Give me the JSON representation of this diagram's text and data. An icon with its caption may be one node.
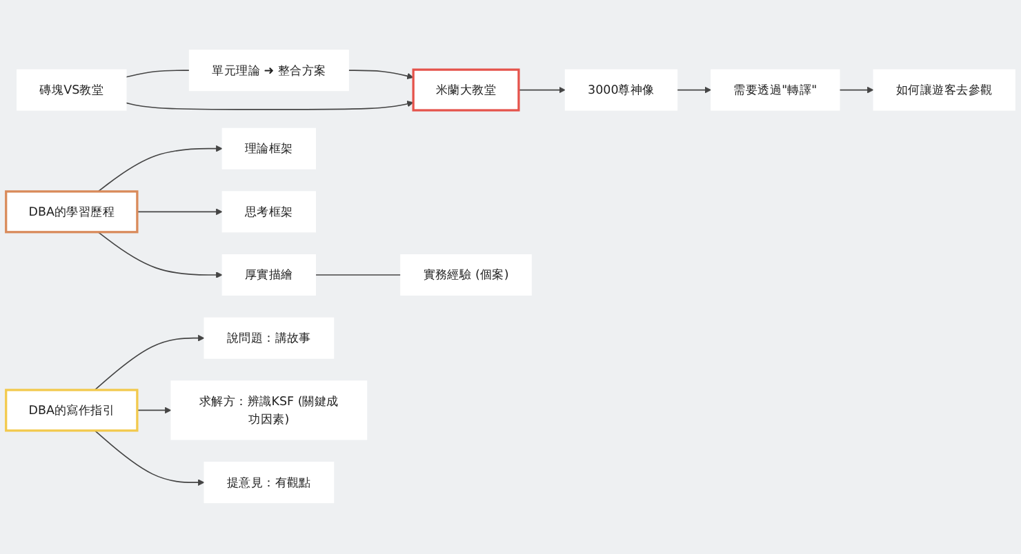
{
  "diagram": {
    "nodes": [
      {
        "text": [
          "磚塊VS教堂"
        ]
      },
      {
        "text": [
          "單元理論 ➜ 整合方案"
        ]
      },
      {
        "text": [
          "米蘭大教堂"
        ]
      },
      {
        "text": [
          "3000尊神像"
        ]
      },
      {
        "text": [
          "需要透過\"轉譯\""
        ]
      },
      {
        "text": [
          "如何讓遊客去參觀"
        ]
      },
      {
        "text": [
          "DBA的學習歷程"
        ]
      },
      {
        "text": [
          "理論框架"
        ]
      },
      {
        "text": [
          "思考框架"
        ]
      },
      {
        "text": [
          "厚實描繪"
        ]
      },
      {
        "text": [
          "實務經驗 (個案)"
        ]
      },
      {
        "text": [
          "DBA的寫作指引"
        ]
      },
      {
        "text": [
          "說問題：講故事"
        ]
      },
      {
        "text": [
          "求解方：辨識KSF (關鍵成功因素)"
        ]
      },
      {
        "text": [
          "提意見：有觀點"
        ]
      }
    ],
    "edges": [
      {
        "from": 0,
        "to": 1,
        "arrow": "none"
      },
      {
        "from": 0,
        "to": 2,
        "arrow": "to"
      },
      {
        "from": 1,
        "to": 2,
        "arrow": "to"
      },
      {
        "from": 2,
        "to": 3,
        "arrow": "to"
      },
      {
        "from": 3,
        "to": 4,
        "arrow": "to"
      },
      {
        "from": 4,
        "to": 5,
        "arrow": "to"
      },
      {
        "from": 6,
        "to": 7,
        "arrow": "to"
      },
      {
        "from": 6,
        "to": 8,
        "arrow": "to"
      },
      {
        "from": 6,
        "to": 9,
        "arrow": "to"
      },
      {
        "from": 9,
        "to": 10,
        "arrow": "none"
      },
      {
        "from": 11,
        "to": 12,
        "arrow": "to"
      },
      {
        "from": 11,
        "to": 13,
        "arrow": "to"
      },
      {
        "from": 11,
        "to": 14,
        "arrow": "to"
      }
    ]
  }
}
